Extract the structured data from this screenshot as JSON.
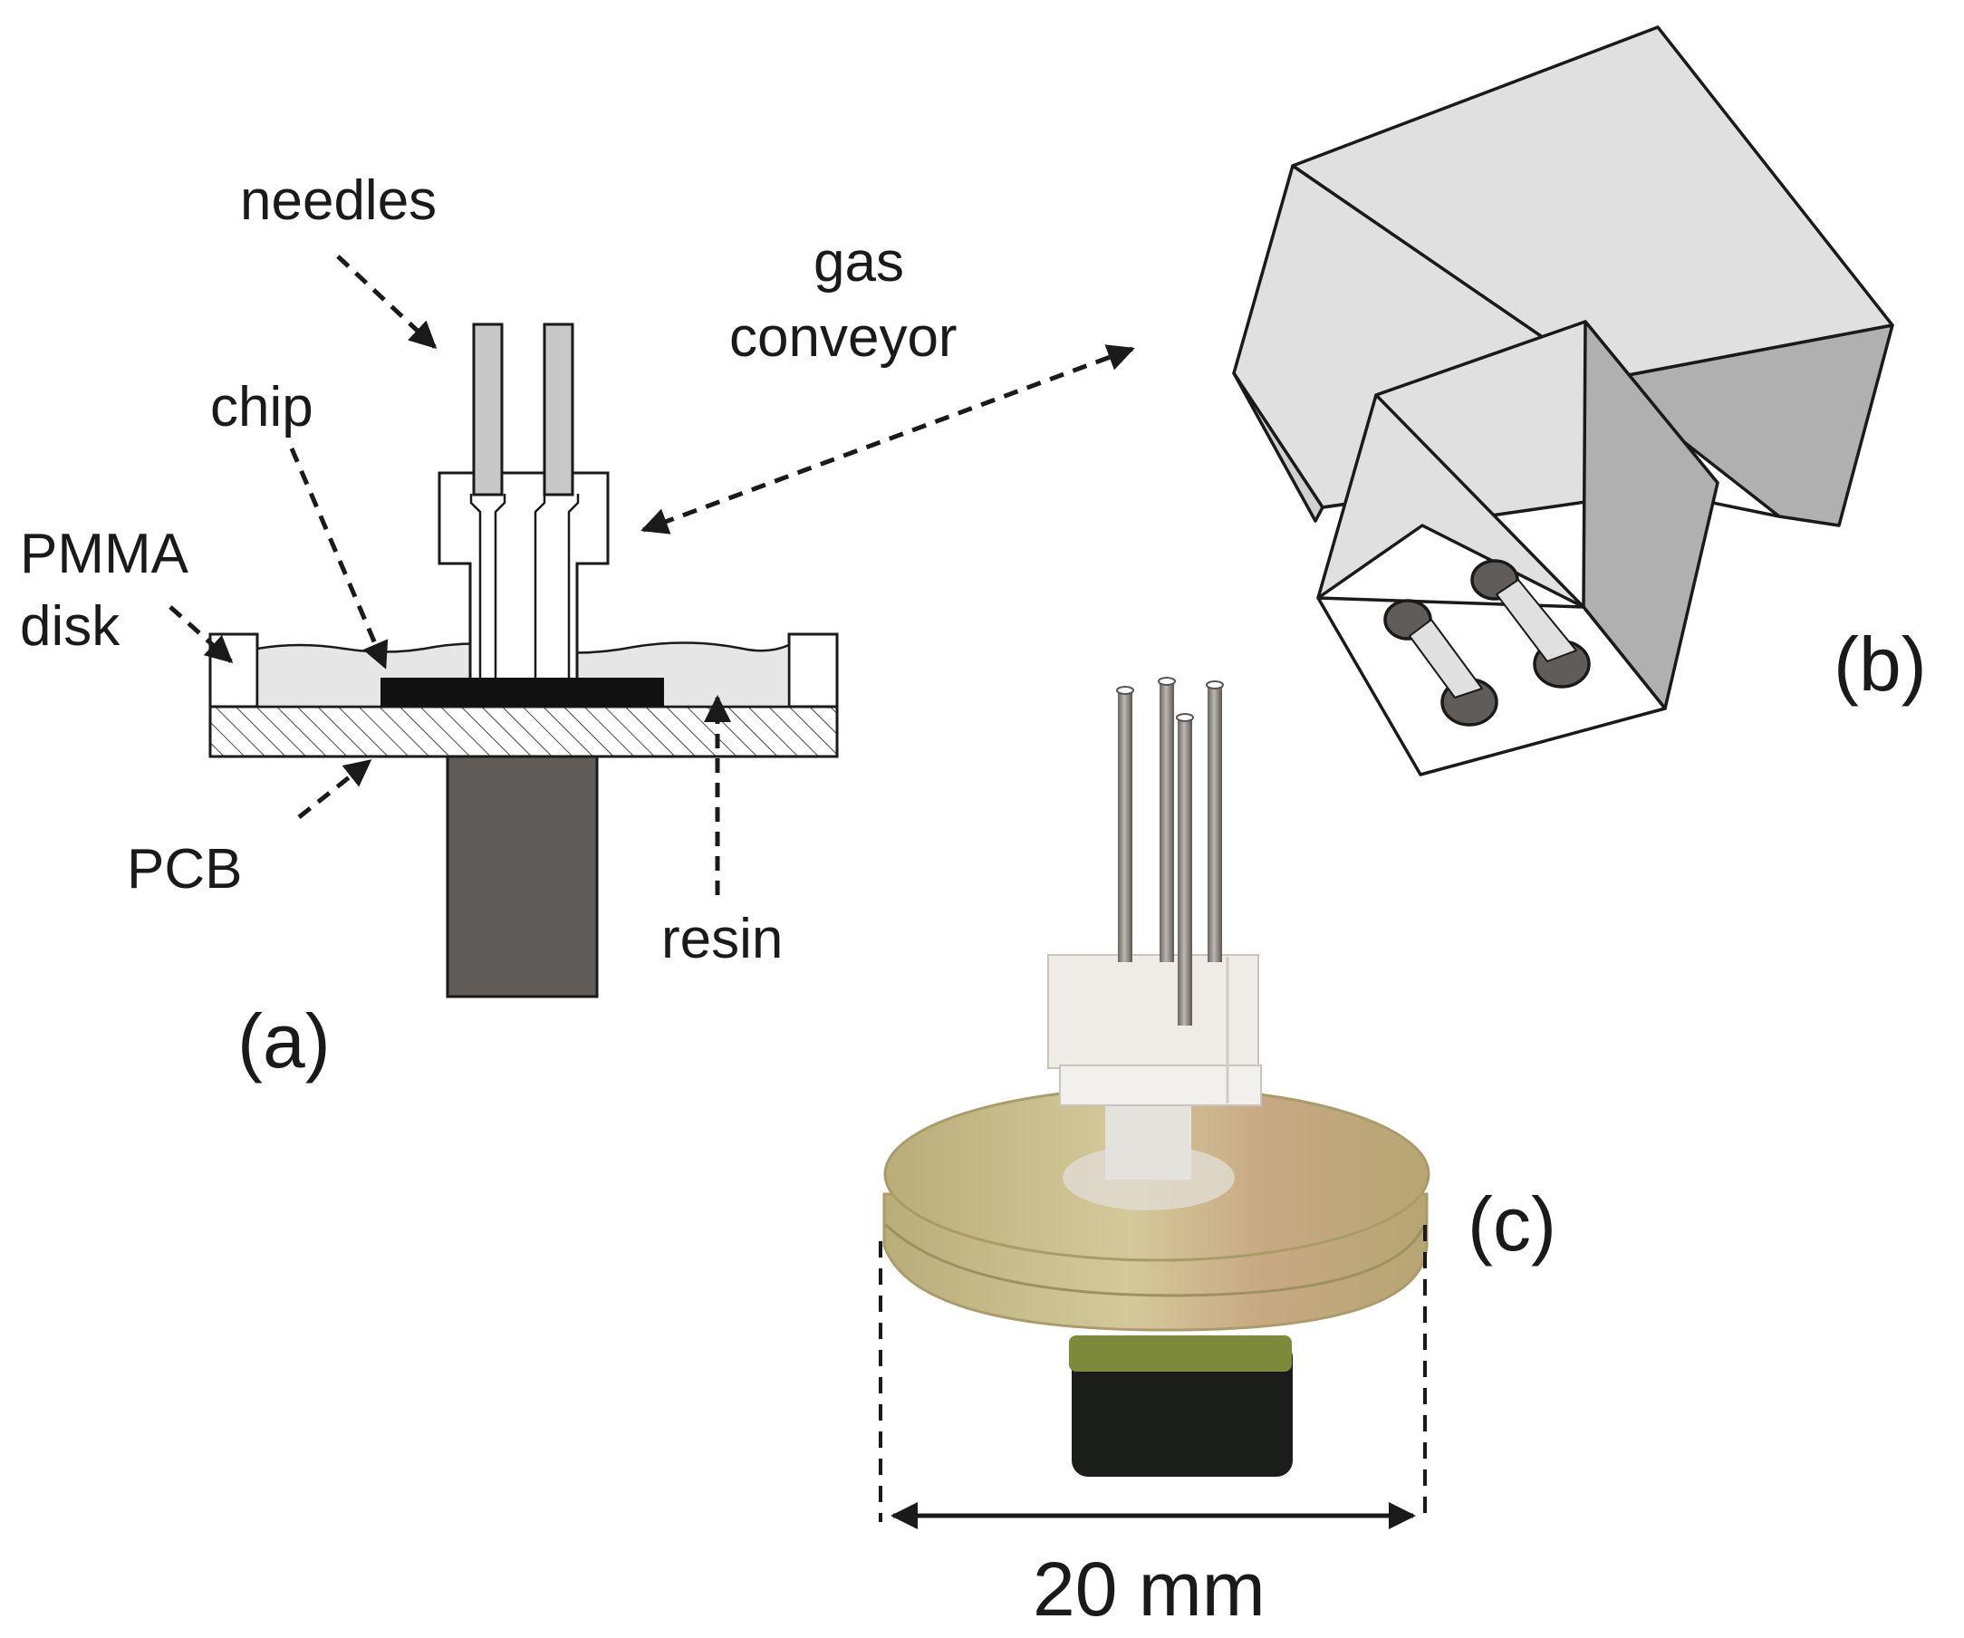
{
  "panel_a": {
    "label": "(a)",
    "callouts": {
      "needles": "needles",
      "chip": "chip",
      "pmma_line1": "PMMA",
      "pmma_line2": "disk",
      "pcb": "PCB",
      "resin": "resin"
    }
  },
  "shared": {
    "gas_line1": "gas",
    "gas_line2": "conveyor"
  },
  "panel_b": {
    "label": "(b)"
  },
  "panel_c": {
    "label": "(c)",
    "dimension": "20 mm"
  },
  "colors": {
    "line": "#1a1a1a",
    "light_gray": "#e0e0e0",
    "mid_gray": "#b0b0b0",
    "dark_gray": "#605c5a",
    "resin_fill": "#e6e6e6",
    "disk_fill": "#c9c095",
    "disk_edge": "#a99c69",
    "photo_block": "#ece8e2",
    "needle_metal": "#8c8580"
  }
}
